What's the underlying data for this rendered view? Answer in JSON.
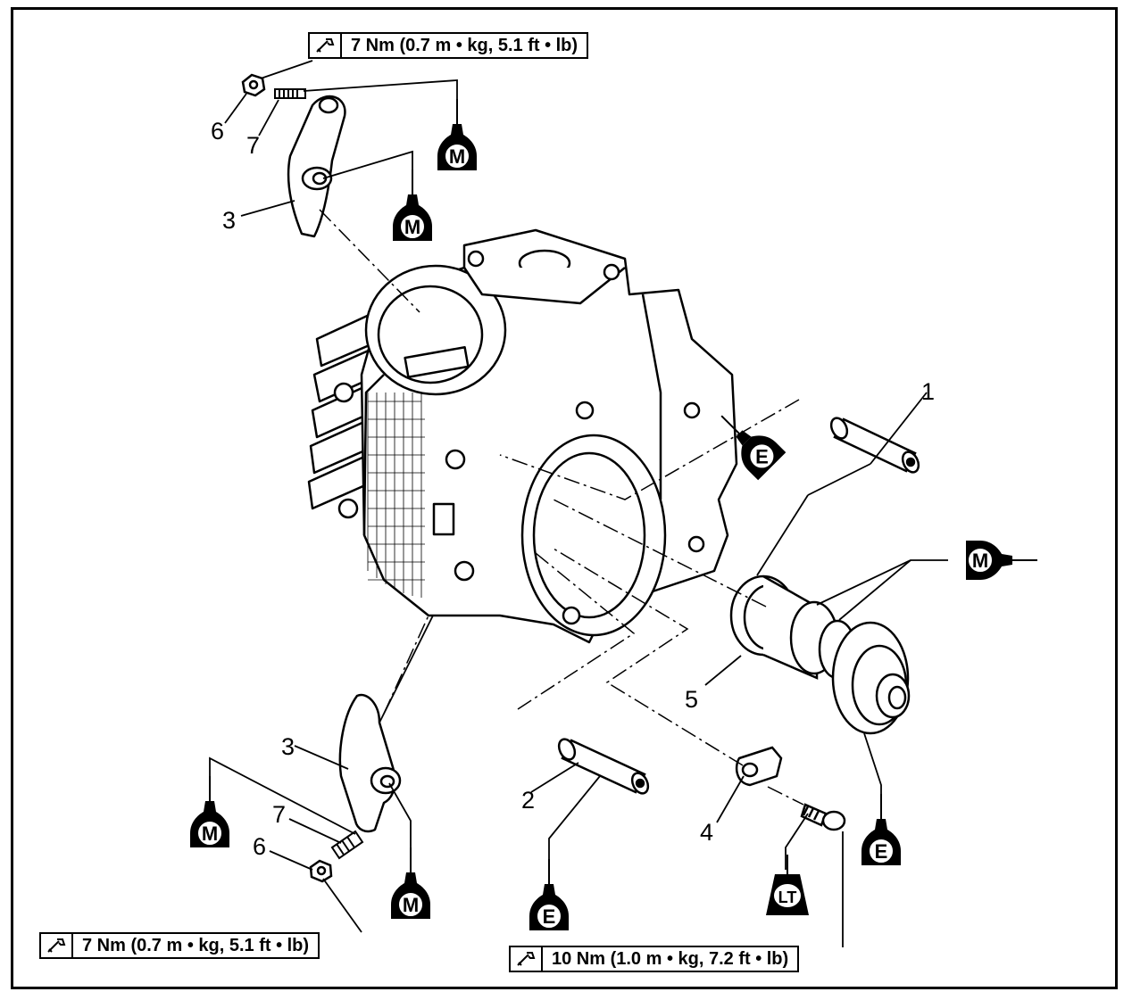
{
  "torque_specs": [
    {
      "label": "7 Nm (0.7 m • kg, 5.1 ft • lb)"
    },
    {
      "label": "7 Nm (0.7 m • kg, 5.1 ft • lb)"
    },
    {
      "label": "10 Nm (1.0 m • kg, 7.2 ft • lb)"
    }
  ],
  "callouts": {
    "n1": "1",
    "n2": "2",
    "n3a": "3",
    "n3b": "3",
    "n4": "4",
    "n5": "5",
    "n6a": "6",
    "n6b": "6",
    "n7a": "7",
    "n7b": "7"
  },
  "lubricant_symbols": {
    "moly_oil": "M",
    "engine_oil": "E",
    "thread_lock": "LT"
  },
  "icons": {
    "torque": "torque-wrench-icon",
    "moly_oil": "oil-can-icon-m",
    "engine_oil": "oil-can-icon-e",
    "thread_lock": "thread-lock-icon"
  }
}
